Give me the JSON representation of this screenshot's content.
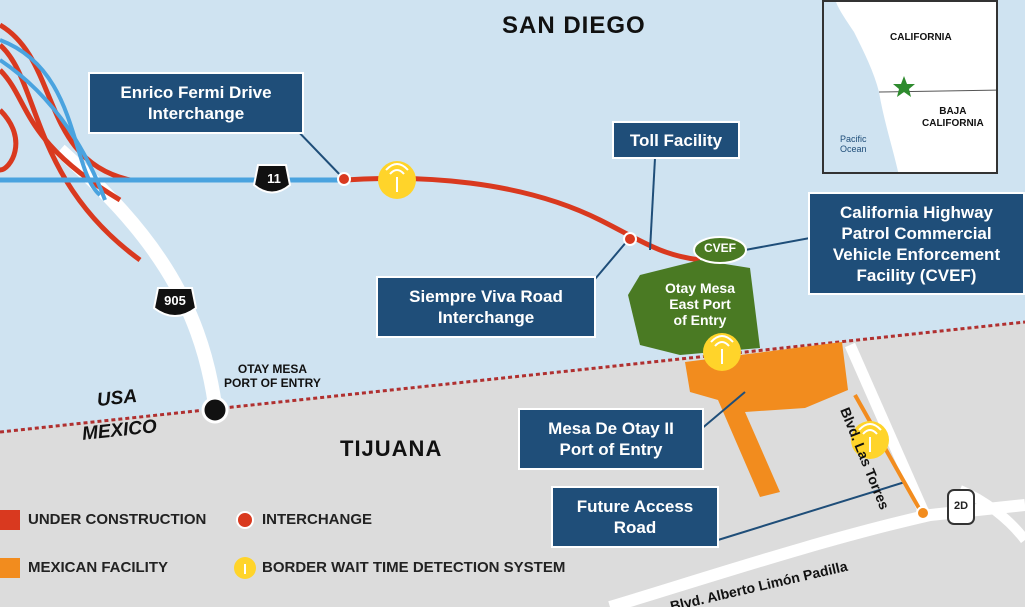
{
  "map": {
    "city_north": "SAN DIEGO",
    "city_south": "TIJUANA",
    "country_us": "USA",
    "country_mx": "MEXICO",
    "otay_poe": "OTAY MESA\nPORT OF ENTRY",
    "road_las_torres": "Blvd. Las Torres",
    "road_limon": "Blvd. Alberto Limón Padilla",
    "shield_11": "11",
    "shield_905": "905",
    "shield_mx": "2D"
  },
  "callouts": {
    "enrico": "Enrico Fermi Drive\nInterchange",
    "toll": "Toll Facility",
    "cvef": "California Highway\nPatrol Commercial\nVehicle Enforcement\nFacility (CVEF)",
    "cvef_tag": "CVEF",
    "siempre": "Siempre Viva Road\nInterchange",
    "east_poe": "Otay Mesa\nEast Port\nof Entry",
    "mesa_otay": "Mesa De Otay II\nPort of Entry",
    "future": "Future Access\nRoad"
  },
  "inset": {
    "california": "CALIFORNIA",
    "baja": "BAJA\nCALIFORNIA",
    "pacific": "Pacific\nOcean"
  },
  "legend": {
    "under_construction": "UNDER CONSTRUCTION",
    "interchange": "INTERCHANGE",
    "mexican_facility": "MEXICAN FACILITY",
    "wait_time": "BORDER WAIT TIME DETECTION SYSTEM"
  },
  "colors": {
    "us_land": "#cfe3f1",
    "mx_land": "#dcdcdc",
    "construction": "#d9391f",
    "highway_blue": "#4aa3df",
    "mexican": "#f28c1e",
    "east_poe": "#4a7a23",
    "callout": "#1f4e79",
    "sensor": "#ffd42a"
  }
}
